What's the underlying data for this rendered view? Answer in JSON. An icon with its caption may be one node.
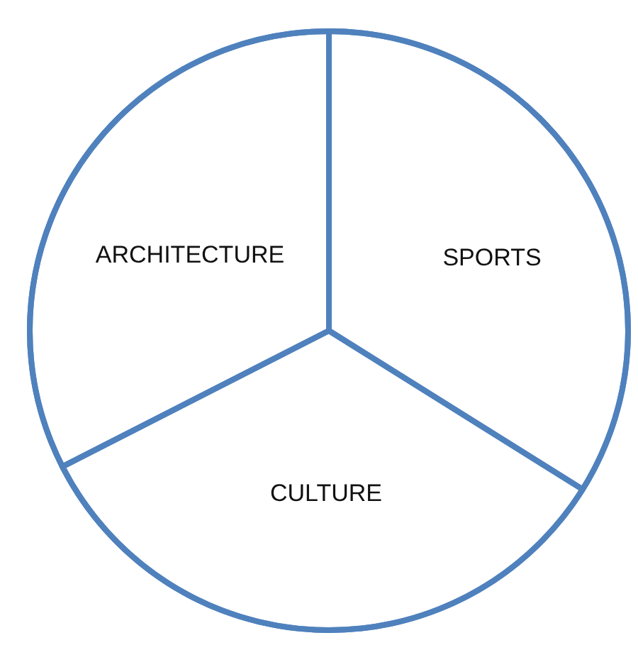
{
  "diagram": {
    "nodes": [
      {
        "text": [],
        "shape": "circle"
      },
      {
        "text": [
          "ARCHITECTURE"
        ],
        "in": 0
      },
      {
        "text": [
          "SPORTS"
        ],
        "in": 0
      },
      {
        "text": [
          "CULTURE"
        ],
        "in": 0
      }
    ]
  }
}
